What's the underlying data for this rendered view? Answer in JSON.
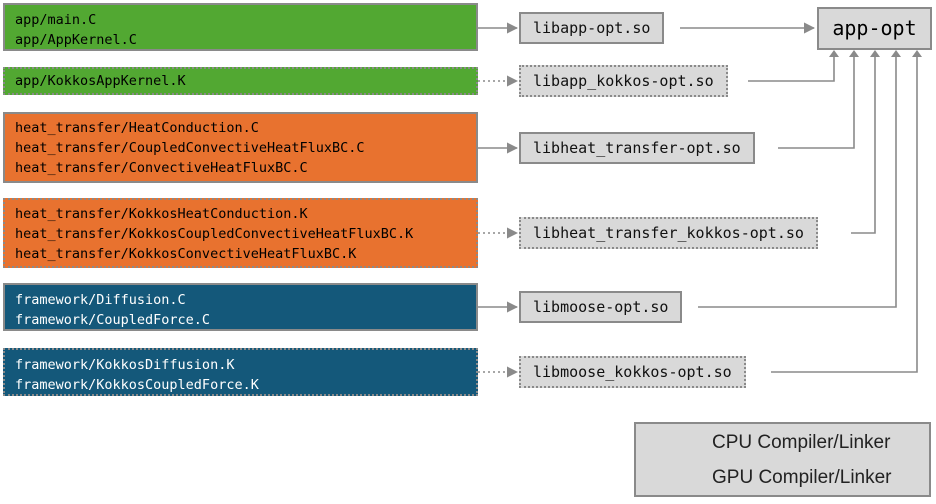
{
  "sources": [
    {
      "id": "app",
      "color": "green",
      "style": "solid",
      "lines": [
        "app/main.C",
        "app/AppKernel.C"
      ]
    },
    {
      "id": "app-kokkos",
      "color": "green",
      "style": "dotted",
      "lines": [
        "app/KokkosAppKernel.K"
      ]
    },
    {
      "id": "heat",
      "color": "orange",
      "style": "solid",
      "lines": [
        "heat_transfer/HeatConduction.C",
        "heat_transfer/CoupledConvectiveHeatFluxBC.C",
        "heat_transfer/ConvectiveHeatFluxBC.C"
      ]
    },
    {
      "id": "heat-kokkos",
      "color": "orange",
      "style": "dotted",
      "lines": [
        "heat_transfer/KokkosHeatConduction.K",
        "heat_transfer/KokkosCoupledConvectiveHeatFluxBC.K",
        "heat_transfer/KokkosConvectiveHeatFluxBC.K"
      ]
    },
    {
      "id": "moose",
      "color": "blue",
      "style": "solid",
      "lines": [
        "framework/Diffusion.C",
        "framework/CoupledForce.C"
      ]
    },
    {
      "id": "moose-kokkos",
      "color": "blue",
      "style": "dotted",
      "lines": [
        "framework/KokkosDiffusion.K",
        "framework/KokkosCoupledForce.K"
      ]
    }
  ],
  "libraries": [
    {
      "id": "libapp",
      "label": "libapp-opt.so",
      "style": "solid"
    },
    {
      "id": "libapp-kokkos",
      "label": "libapp_kokkos-opt.so",
      "style": "dotted"
    },
    {
      "id": "libheat",
      "label": "libheat_transfer-opt.so",
      "style": "solid"
    },
    {
      "id": "libheat-kokkos",
      "label": "libheat_transfer_kokkos-opt.so",
      "style": "dotted"
    },
    {
      "id": "libmoose",
      "label": "libmoose-opt.so",
      "style": "solid"
    },
    {
      "id": "libmoose-kokkos",
      "label": "libmoose_kokkos-opt.so",
      "style": "dotted"
    }
  ],
  "executable": {
    "label": "app-opt"
  },
  "legend": {
    "cpu": "CPU Compiler/Linker",
    "gpu": "GPU Compiler/Linker"
  },
  "colors": {
    "green": "#52a832",
    "orange": "#e8722f",
    "blue": "#14587a",
    "box_gray": "#d9d9d9",
    "line_gray": "#8a8a8a"
  },
  "icons": [
    "solid-arrow-icon",
    "dotted-arrow-icon"
  ]
}
